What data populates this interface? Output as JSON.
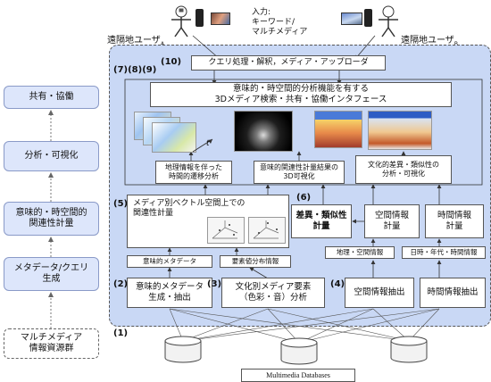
{
  "top": {
    "user_a": "遠隔地ユーザ",
    "user_a_sub": "A",
    "user_b": "遠隔地ユーザ",
    "user_b_sub": "B",
    "input_line1": "入力:",
    "input_line2": "キーワード/",
    "input_line3": "マルチメディア"
  },
  "left_column": {
    "share": "共有・協働",
    "analyze": "分析・可視化",
    "semantic_line1": "意味的・時空間的",
    "semantic_line2": "関連性計量",
    "meta_line1": "メタデータ/クエリ",
    "meta_line2": "生成",
    "source_line1": "マルチメディア",
    "source_line2": "情報資源群"
  },
  "main": {
    "query_num": "(10)",
    "query_label": "クエリ処理・解釈，メディア・アップローダ",
    "interface_num": "(7)(8)(9)",
    "interface_line1": "意味的・時空間的分析機能を有する",
    "interface_line2": "3Dメディア検索・共有・協働インタフェース",
    "t_label": "t",
    "viz1_line1": "地理情報を伴った",
    "viz1_line2": "時間的遷移分析",
    "viz2_line1": "意味的関連性計量結果の",
    "viz2_line2": "3D可視化",
    "viz3_line1": "文化的差異・類似性の",
    "viz3_line2": "分析・可視化",
    "vec_num": "(5)",
    "vec_line1": "メディア別ベクトル空間上での",
    "vec_line2": "関連性計量",
    "diff_num": "(6)",
    "diff_line1": "差異・類似性",
    "diff_line2": "計量",
    "space_line1": "空間情報",
    "space_line2": "計量",
    "time_line1": "時間情報",
    "time_line2": "計量",
    "semantic_meta": "意味的メタデータ",
    "element_dist": "要素値分布情報",
    "geo_info": "地理・空間情報",
    "time_info": "日時・年代・時間情報",
    "gen_num": "(2)",
    "gen_line1": "意味的メタデータ",
    "gen_line2": "生成・抽出",
    "culture_num": "(3)",
    "culture_line1": "文化別メディア要素",
    "culture_line2": "（色彩・音）分析",
    "spatial_num": "(4)",
    "spatial_extract": "空間情報抽出",
    "time_extract": "時間情報抽出",
    "db_num": "(1)",
    "db_label": "Multimedia Databases"
  },
  "colors": {
    "panel": "#c9d8f5",
    "left_box": "#dde6fb",
    "arrow": "#444444"
  }
}
